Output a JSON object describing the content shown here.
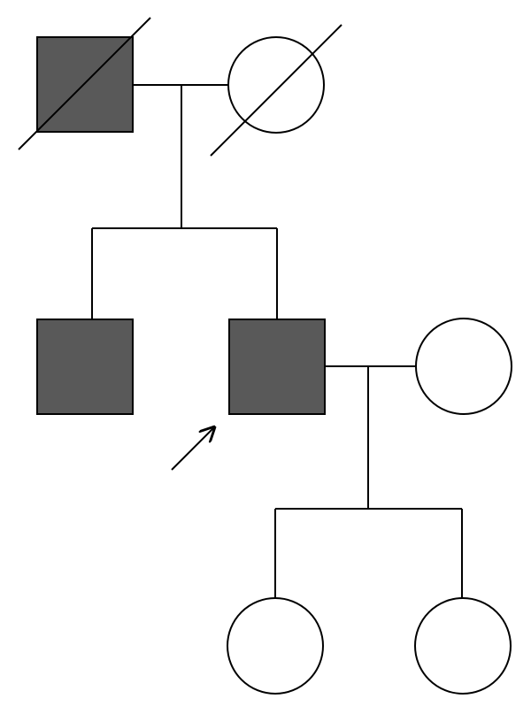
{
  "colors": {
    "background": "#ffffff",
    "affected_fill": "#595959",
    "unaffected_fill": "#ffffff",
    "stroke": "#000000"
  },
  "pedigree": {
    "individuals": [
      {
        "id": "grandfather",
        "sex": "male",
        "affected": true,
        "deceased": true,
        "generation": 1
      },
      {
        "id": "grandmother",
        "sex": "female",
        "affected": false,
        "deceased": true,
        "generation": 1
      },
      {
        "id": "uncle",
        "sex": "male",
        "affected": true,
        "deceased": false,
        "generation": 2
      },
      {
        "id": "proband",
        "sex": "male",
        "affected": true,
        "deceased": false,
        "generation": 2,
        "proband": true
      },
      {
        "id": "spouse",
        "sex": "female",
        "affected": false,
        "deceased": false,
        "generation": 2
      },
      {
        "id": "daughter-1",
        "sex": "female",
        "affected": false,
        "deceased": false,
        "generation": 3
      },
      {
        "id": "daughter-2",
        "sex": "female",
        "affected": false,
        "deceased": false,
        "generation": 3
      }
    ],
    "unions": [
      {
        "partners": [
          "grandfather",
          "grandmother"
        ],
        "children": [
          "uncle",
          "proband"
        ]
      },
      {
        "partners": [
          "proband",
          "spouse"
        ],
        "children": [
          "daughter-1",
          "daughter-2"
        ]
      }
    ]
  }
}
